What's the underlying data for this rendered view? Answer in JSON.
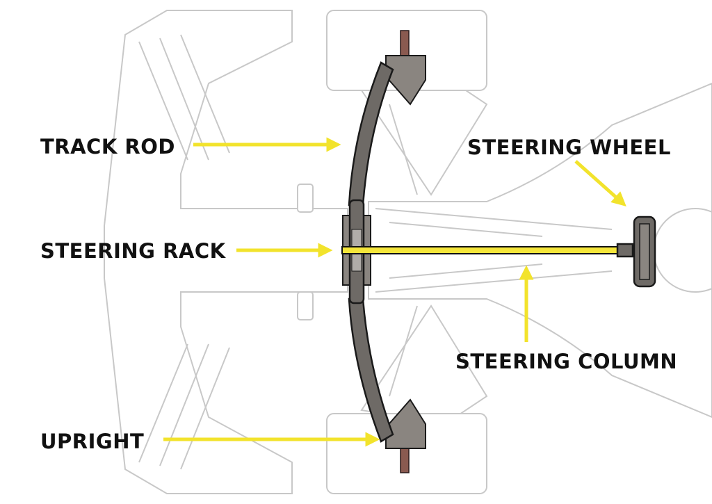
{
  "labels": {
    "track_rod": "TRACK ROD",
    "steering_rack": "STEERING RACK",
    "upright": "UPRIGHT",
    "steering_wheel": "STEERING WHEEL",
    "steering_column": "STEERING COLUMN"
  },
  "colors": {
    "arrow": "#f2e32c",
    "column": "#f5e63a",
    "components": "#6e6a66"
  }
}
